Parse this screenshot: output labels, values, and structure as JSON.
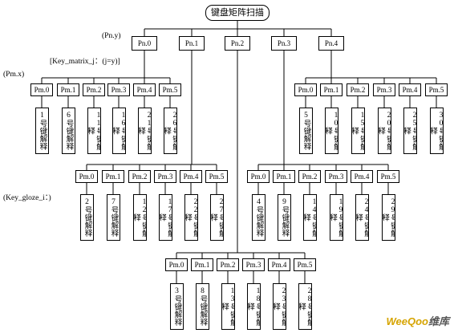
{
  "root_label": "键盘矩阵扫描",
  "labels": {
    "pn_y": "(Pn.y)",
    "key_matrix": "[Key_matrix_j：(j=y)]",
    "pm_x": "(Pm.x)",
    "key_gloze": "(Key_gloze_i：)"
  },
  "level1": [
    "Pn.0",
    "Pn.1",
    "Pn.2",
    "Pn.3",
    "Pn.4"
  ],
  "pm_labels": [
    "Pm.0",
    "Pm.1",
    "Pm.2",
    "Pm.3",
    "Pm.4",
    "Pm.5"
  ],
  "groups": [
    {
      "parent": 0,
      "keys": [
        "1号键解释",
        "6号键解释",
        "11号键解释",
        "16号键解释",
        "21号键解释",
        "26号键解释"
      ]
    },
    {
      "parent": 1,
      "keys": [
        "2号键解释",
        "7号键解释",
        "12号键解释",
        "17号键解释",
        "22号键解释",
        "27号键解释"
      ]
    },
    {
      "parent": 2,
      "keys": [
        "3号键解释",
        "8号键解释",
        "13号键解释",
        "18号键解释",
        "23号键解释",
        "28号键解释"
      ]
    },
    {
      "parent": 3,
      "keys": [
        "4号键解释",
        "9号键解释",
        "14号键解释",
        "19号键解释",
        "24号键解释",
        "29号键解释"
      ]
    },
    {
      "parent": 4,
      "keys": [
        "5号键解释",
        "10号键解释",
        "15号键解释",
        "20号键解释",
        "25号键解释",
        "30号键解释"
      ]
    }
  ],
  "watermark": {
    "part_a": "WeeQoo",
    "part_b": "维库"
  }
}
